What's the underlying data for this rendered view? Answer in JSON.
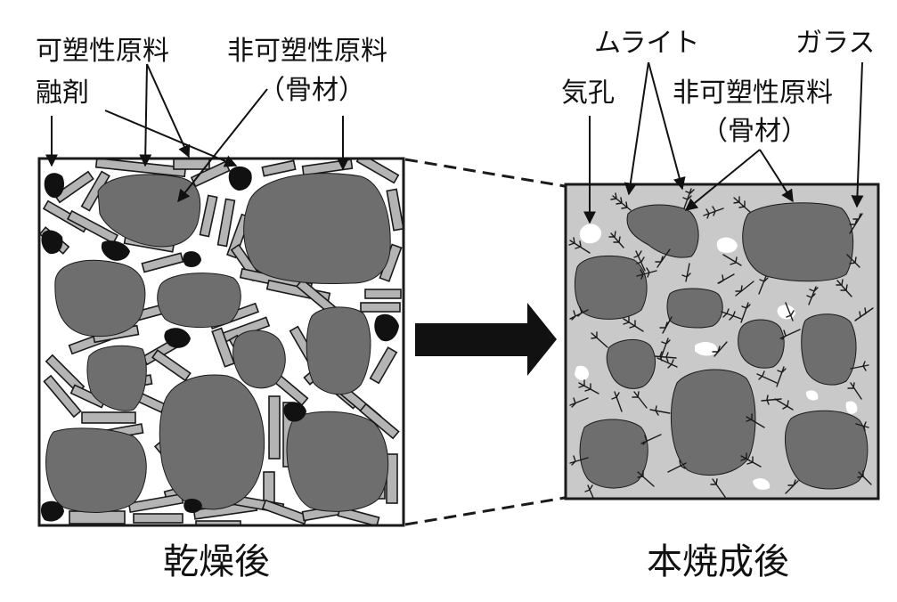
{
  "labels": {
    "plastic_raw": "可塑性原料",
    "nonplastic_raw_left": "非可塑性原料",
    "aggregate_left": "（骨材）",
    "flux": "融剤",
    "mullite": "ムライト",
    "glass": "ガラス",
    "pore": "気孔",
    "nonplastic_raw_right": "非可塑性原料",
    "aggregate_right": "（骨材）"
  },
  "captions": {
    "left": "乾燥後",
    "right": "本焼成後"
  },
  "colors": {
    "aggregate": "#6e6e6e",
    "plate": "#b4b4b4",
    "flux": "#111111",
    "glass_matrix": "#c9c9c9",
    "pore": "#ffffff",
    "outline": "#1a1a1a"
  }
}
